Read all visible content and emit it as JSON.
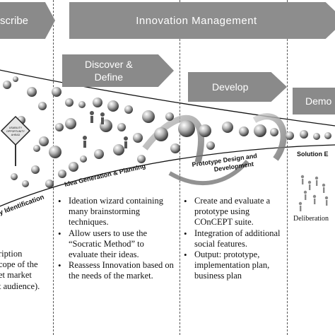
{
  "banners": {
    "describe": "scribe",
    "innovation_management": "Innovation Management",
    "discover_define": "Discover &\nDefine",
    "develop": "Develop",
    "deploy": "Demo"
  },
  "phase_labels": {
    "identification": "y Identification",
    "idea_generation": "Idea Generation & Planning",
    "prototype_design": "Prototype Design and\nDevelopment",
    "solution": "Solution E"
  },
  "sign_text": "USABILITY\nOPPORTUNITY\nAHEAD",
  "left_text": "ription\ncope of the\net market\nt audience).",
  "discover_bullets": [
    "Ideation wizard containing many brainstorming techniques.",
    "Allow users to use the “Socratic Method” to evaluate their ideas.",
    "Reassess Innovation based on the needs of the market."
  ],
  "develop_bullets": [
    "Create and evaluate a prototype using COnCEPT suite.",
    "Integration of additional social features.",
    "Output: prototype, implementation plan, business plan"
  ],
  "deliberation_label": "Deliberation",
  "colors": {
    "banner": "#8a8a8a",
    "sphere_light": "#f2f2f2",
    "sphere_dark": "#3a3a3a"
  }
}
